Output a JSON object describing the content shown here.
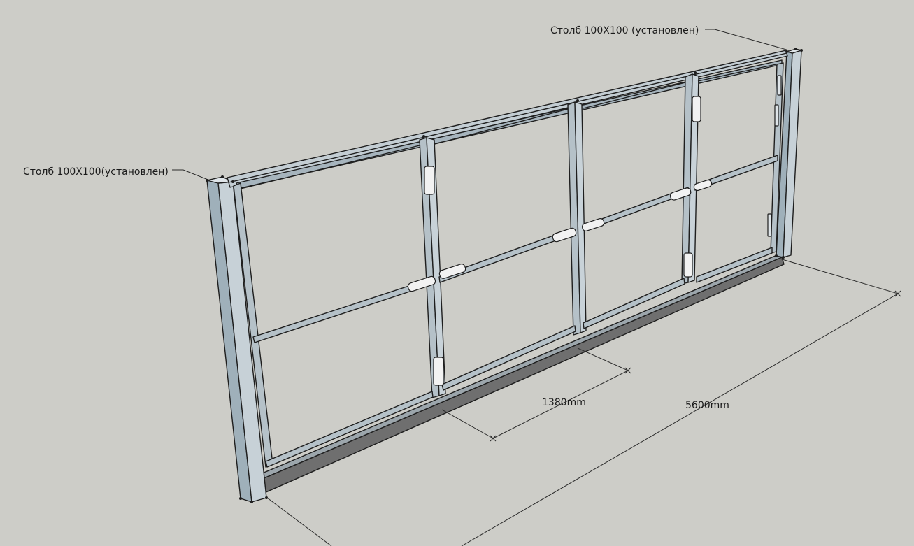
{
  "labels": {
    "post_right": "Столб 100X100 (установлен)",
    "post_left": "Столб 100X100(установлен)",
    "dim_leaf": "1380mm",
    "dim_total": "5600mm"
  },
  "colors": {
    "background": "#cdcdc8",
    "steel_light": "#c3cdd3",
    "steel_mid": "#a6b4bd",
    "steel_dark": "#7f8e98",
    "rail_bottom": "#6f6f6f",
    "hinge": "#f2f2f2",
    "outline": "#1e1e1e"
  },
  "icons": [
    "hinge-icon",
    "dimension-arrow-icon",
    "leader-line-icon"
  ]
}
